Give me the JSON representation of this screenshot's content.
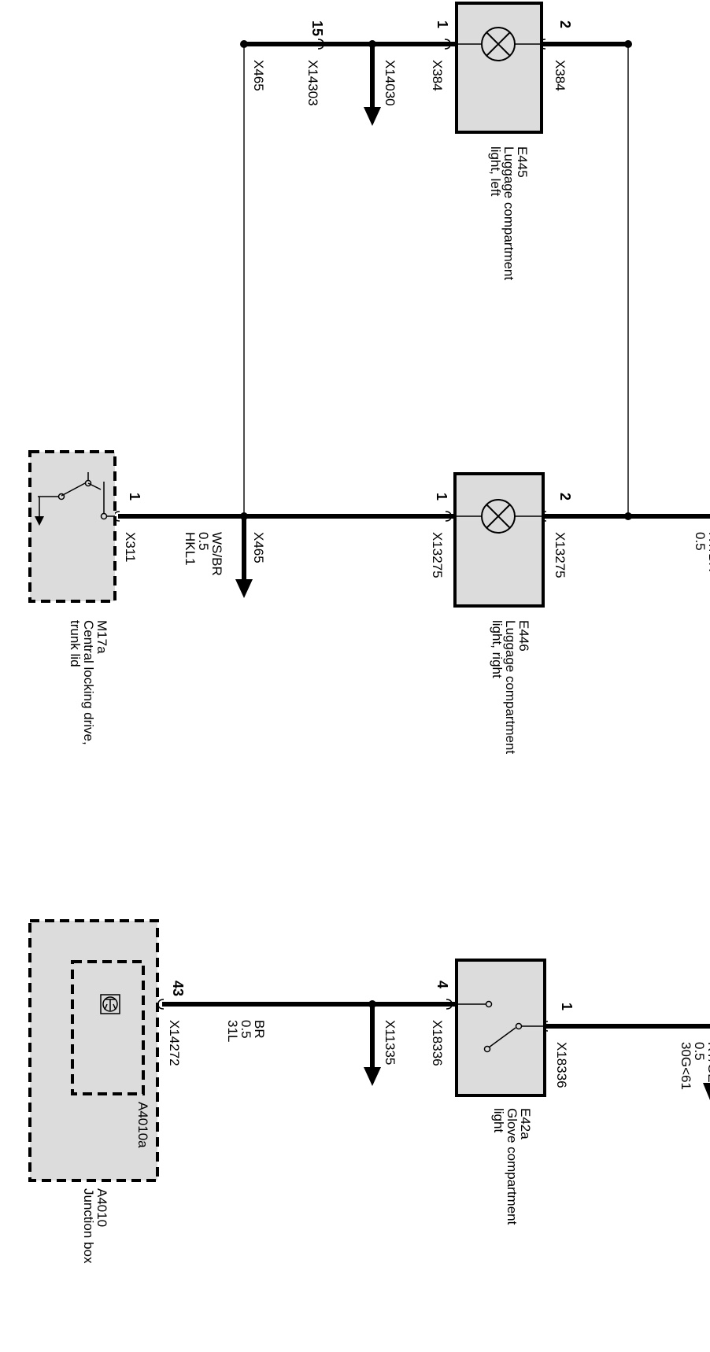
{
  "components": {
    "e445": {
      "id": "E445",
      "desc": "Luggage compartment light, left",
      "pin_left": "1",
      "pin_right": "2",
      "conn_left": "X384",
      "conn_right": "X384"
    },
    "e446": {
      "id": "E446",
      "desc": "Luggage compartment light, right",
      "pin_left": "1",
      "pin_right": "2",
      "conn_left": "X13275",
      "conn_right": "X13275"
    },
    "m17a": {
      "id": "M17a",
      "desc": "Central locking drive, trunk lid",
      "pin": "1",
      "conn": "X311"
    },
    "e42a": {
      "id": "E42a",
      "desc": "Glove compartment light",
      "pin_left": "4",
      "pin_right": "1",
      "conn_left": "X18336",
      "conn_right": "X18336"
    },
    "a4010": {
      "id": "A4010",
      "desc": "Junction box",
      "inner_id": "A4010a",
      "pin": "43",
      "conn": "X14272"
    }
  },
  "connectors": {
    "x14303_pin": "15",
    "x14303": "X14303",
    "x465_top": "X465",
    "x14030": "X14030",
    "x465_mid": "X465",
    "x11335": "X11335"
  },
  "wires": {
    "hkl1": {
      "signal": "HKL1",
      "gauge": "0.5",
      "color": "WS/BR"
    },
    "rtbr": {
      "gauge": "0.5",
      "color": "RT/BR"
    },
    "w31l": {
      "signal": "31L",
      "gauge": "0.5",
      "color": "BR"
    },
    "w30g": {
      "signal": "30G<61",
      "gauge": "0.5",
      "color": "RT/GE"
    }
  }
}
